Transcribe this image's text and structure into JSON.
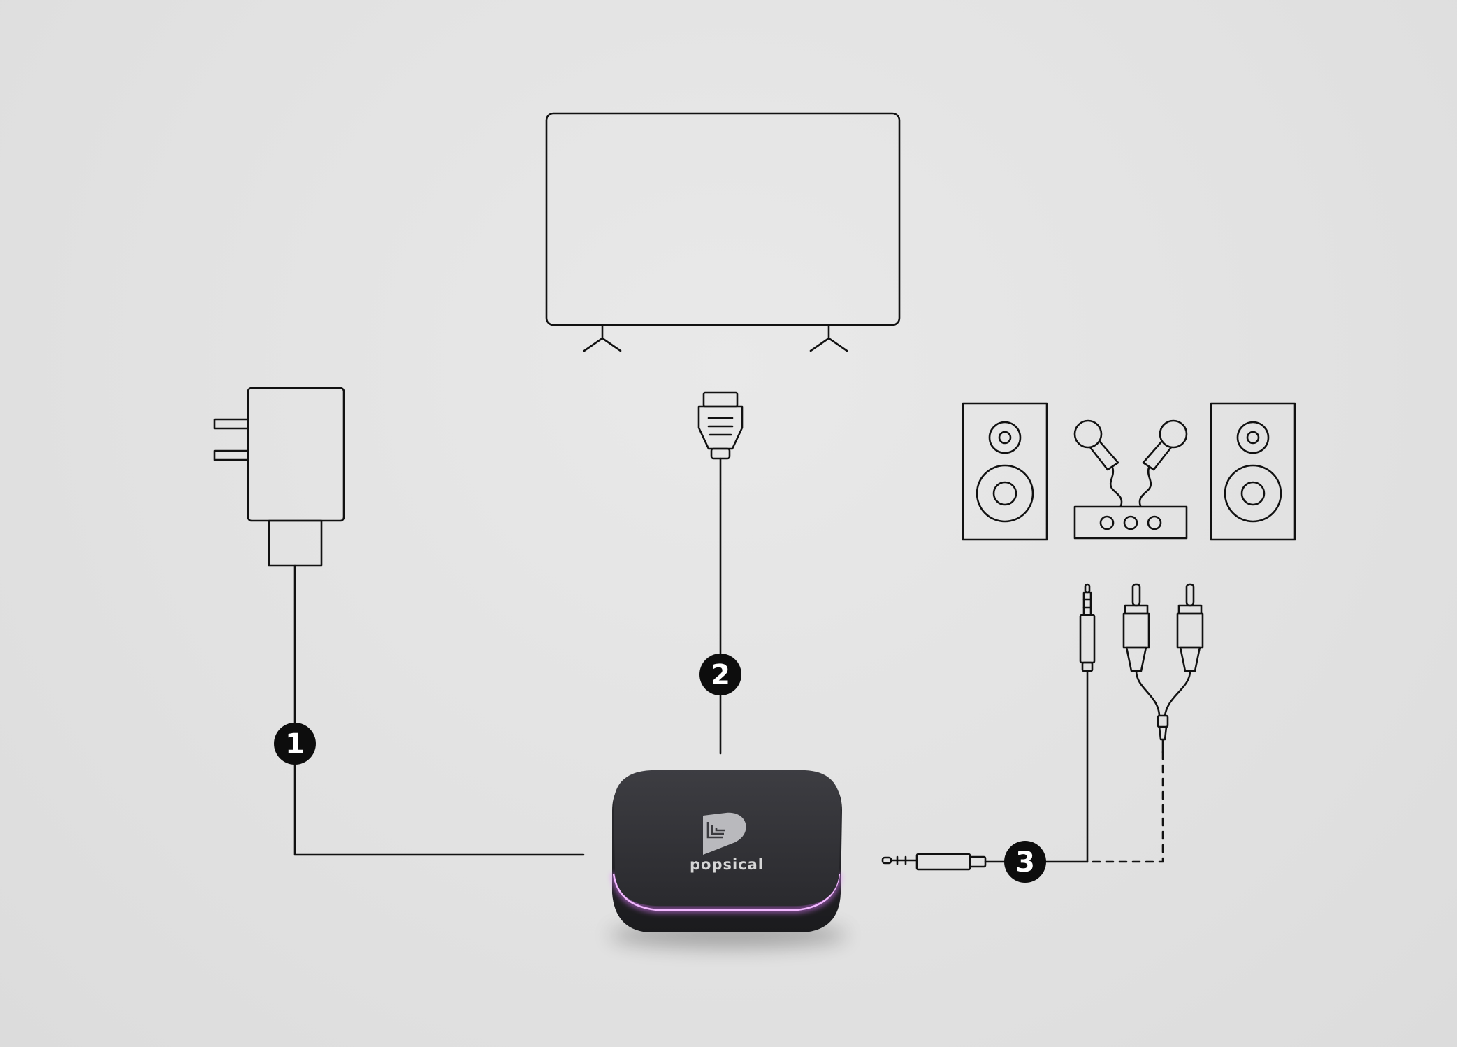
{
  "device": {
    "brand": "popsical",
    "light_color": "#e07cff",
    "body_color": "#323236"
  },
  "steps": [
    {
      "number": "1",
      "connection": "power-adapter"
    },
    {
      "number": "2",
      "connection": "hdmi"
    },
    {
      "number": "3",
      "connection": "audio"
    }
  ],
  "colors": {
    "line": "#111111",
    "background": "#e3e3e3",
    "badge": "#0d0d0d"
  }
}
